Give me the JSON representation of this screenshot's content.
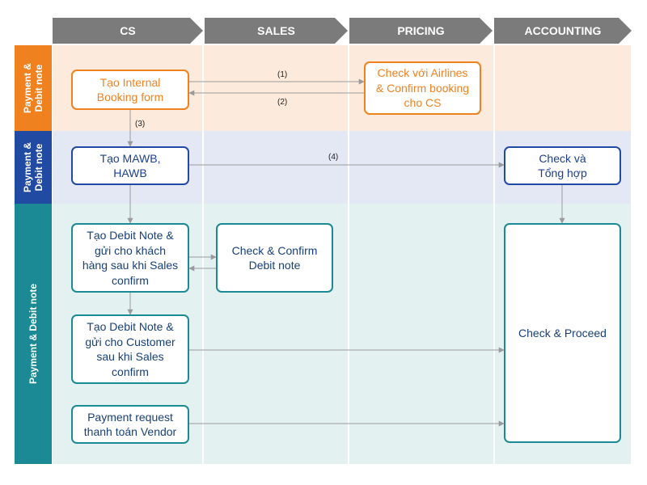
{
  "headers": [
    "CS",
    "SALES",
    "PRICING",
    "ACCOUNTING"
  ],
  "row_labels": [
    "Payment &\nDebit note",
    "Payment &\nDebit note",
    "Payment & Debit note"
  ],
  "boxes": {
    "internal_booking": "Tạo Internal\nBooking form",
    "check_airlines": "Check với Airlines\n& Confirm booking\ncho CS",
    "mawb": "Tạo MAWB,\nHAWB",
    "check_tong_hop": "Check và\nTổng hợp",
    "debit_note_sales": "Tạo Debit Note &\ngửi cho khách\nhàng sau khi Sales\nconfirm",
    "check_confirm_debit": "Check & Confirm\nDebit note",
    "debit_note_customer": "Tạo Debit Note &\ngửi cho Customer\nsau khi Sales\nconfirm",
    "check_proceed": "Check & Proceed",
    "payment_request": "Payment request\nthanh toán Vendor"
  },
  "arrow_labels": [
    "(1)",
    "(2)",
    "(3)",
    "(4)"
  ],
  "colors": {
    "orange": "#f0811f",
    "navy": "#214aa3",
    "teal": "#1b8a95",
    "header_gray": "#7b7b7b",
    "arrow_gray": "#9a9a9a"
  }
}
